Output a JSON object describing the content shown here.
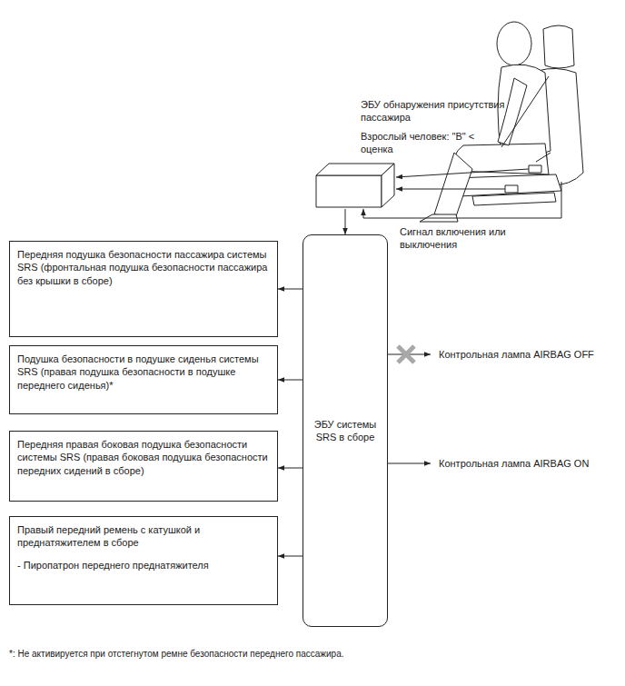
{
  "diagram": {
    "nodes": [
      {
        "text": [
          "ЭБУ обнаружения присутствия пассажира",
          "Взрослый человек: \"B\" < оценка"
        ]
      },
      {
        "text": [
          "Передняя подушка безопасности пассажира системы SRS (фронтальная подушка безопасности пассажира без крышки в сборе)"
        ]
      },
      {
        "text": [
          "Подушка безопасности в подушке сиденья системы SRS (правая подушка безопасности в подушке переднего сиденья)*"
        ]
      },
      {
        "text": [
          "Передняя правая боковая подушка безопасности системы SRS (правая боковая подушка безопасности передних сидений в сборе)"
        ]
      },
      {
        "text": [
          "Правый передний ремень с катушкой и преднатяжителем в сборе",
          "- Пиропатрон переднего преднатяжителя"
        ]
      },
      {
        "text": [
          "ЭБУ системы SRS в сборе"
        ]
      }
    ],
    "edges": [
      {
        "from": 0,
        "to": 5,
        "arrow": "to"
      },
      {
        "from": 5,
        "to": 1,
        "arrow": "to"
      },
      {
        "from": 5,
        "to": 2,
        "arrow": "to"
      },
      {
        "from": 5,
        "to": 3,
        "arrow": "to"
      },
      {
        "from": 5,
        "to": 4,
        "arrow": "to"
      }
    ],
    "labels": [
      "Сигнал включения или выключения",
      "Контрольная лампа AIRBAG OFF",
      "Контрольная лампа AIRBAG ON",
      "*: Не активируется при отстегнутом ремне безопасности переднего пассажира."
    ]
  }
}
